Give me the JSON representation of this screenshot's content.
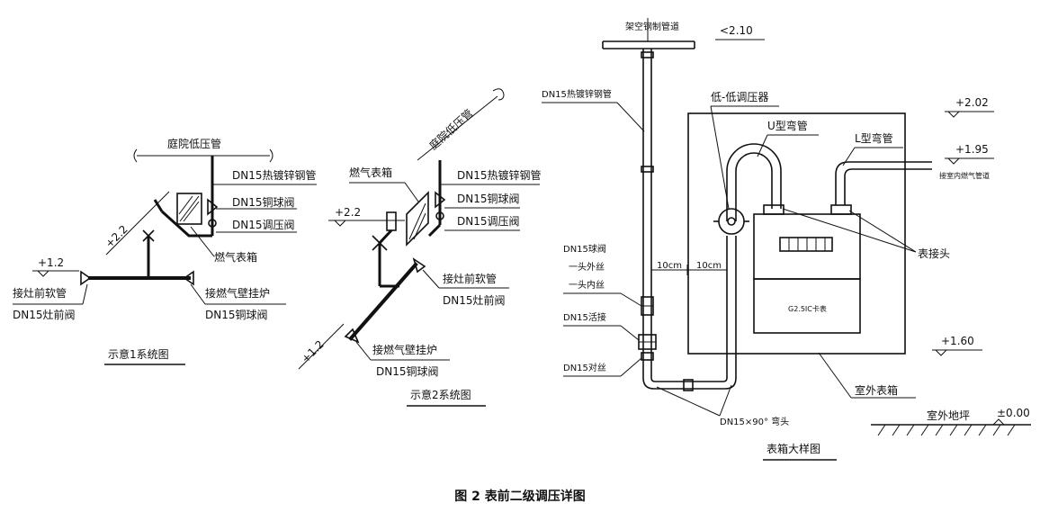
{
  "caption": "图 2  表前二级调压详图",
  "scheme1": {
    "title": "示意1系统图",
    "courtyard_pipe": "庭院低压管",
    "steel_pipe": "DN15热镀锌钢管",
    "ball_valve": "DN15铜球阀",
    "regulator": "DN15调压阀",
    "meter_box": "燃气表箱",
    "elev_22": "+2.2",
    "elev_12": "+1.2",
    "stove_hose": "接灶前软管",
    "stove_valve": "DN15灶前阀",
    "boiler": "接燃气壁挂炉",
    "boiler_valve": "DN15铜球阀"
  },
  "scheme2": {
    "title": "示意2系统图",
    "courtyard_pipe": "庭院低压管",
    "meter_box": "燃气表箱",
    "steel_pipe": "DN15热镀锌钢管",
    "ball_valve": "DN15铜球阀",
    "regulator": "DN15调压阀",
    "elev_22": "+2.2",
    "elev_12": "+1.2",
    "stove_hose": "接灶前软管",
    "stove_valve": "DN15灶前阀",
    "boiler": "接燃气壁挂炉",
    "boiler_valve": "DN15铜球阀"
  },
  "detail": {
    "title": "表箱大样图",
    "overhead_pipe": "架空钢制管道",
    "elev_210": "<2.10",
    "steel_pipe": "DN15热镀锌钢管",
    "lowlow_regulator": "低-低调压器",
    "u_bend": "U型弯管",
    "l_bend": "L型弯管",
    "elev_202": "+2.02",
    "elev_195": "+1.95",
    "indoor_pipe": "接室内燃气管道",
    "meter_joint": "表接头",
    "meter_label": "G2.5IC卡表",
    "ball_valve": "DN15球阀",
    "ext_thread": "一头外丝",
    "int_thread": "一头内丝",
    "union": "DN15活接",
    "nipple": "DN15对丝",
    "dim_left": "10cm",
    "dim_right": "10cm",
    "elbow": "DN15×90° 弯头",
    "elev_160": "+1.60",
    "outdoor_box": "室外表箱",
    "ground": "室外地坪",
    "elev_000": "±0.00"
  }
}
